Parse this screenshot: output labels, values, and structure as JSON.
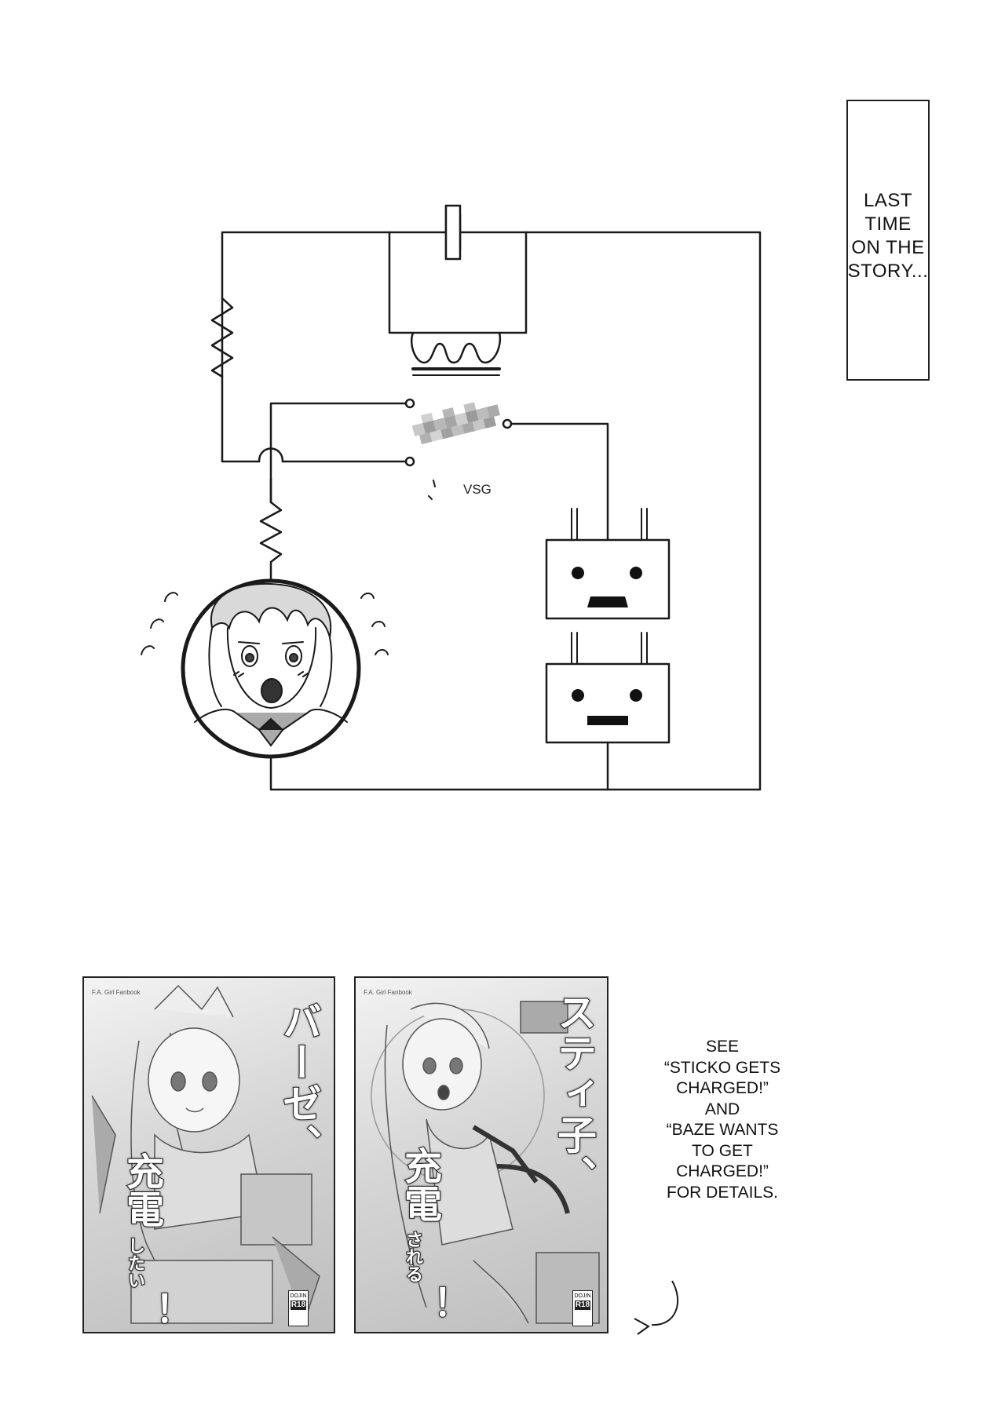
{
  "caption": {
    "text": "LAST\nTIME\nON THE\nSTORY..."
  },
  "circuit": {
    "switch_label": "VSG"
  },
  "note": {
    "text": "SEE\n“STICKO GETS\nCHARGED!”\nAND\n“BAZE WANTS\nTO GET\nCHARGED!”\nFOR DETAILS."
  },
  "covers": [
    {
      "series_text": "F.A. Girl Fanbook",
      "title": "バーゼ、",
      "charge_big": "充電",
      "charge_small": "したい",
      "mark": "！",
      "badge_top": "DOJIN",
      "badge_rating": "R18"
    },
    {
      "series_text": "F.A. Girl Fanbook",
      "title": "スティ子、",
      "charge_big": "充電",
      "charge_small": "される",
      "mark": "！",
      "badge_top": "DOJIN",
      "badge_rating": "R18"
    }
  ],
  "colors": {
    "ink": "#222222",
    "paper": "#ffffff"
  }
}
